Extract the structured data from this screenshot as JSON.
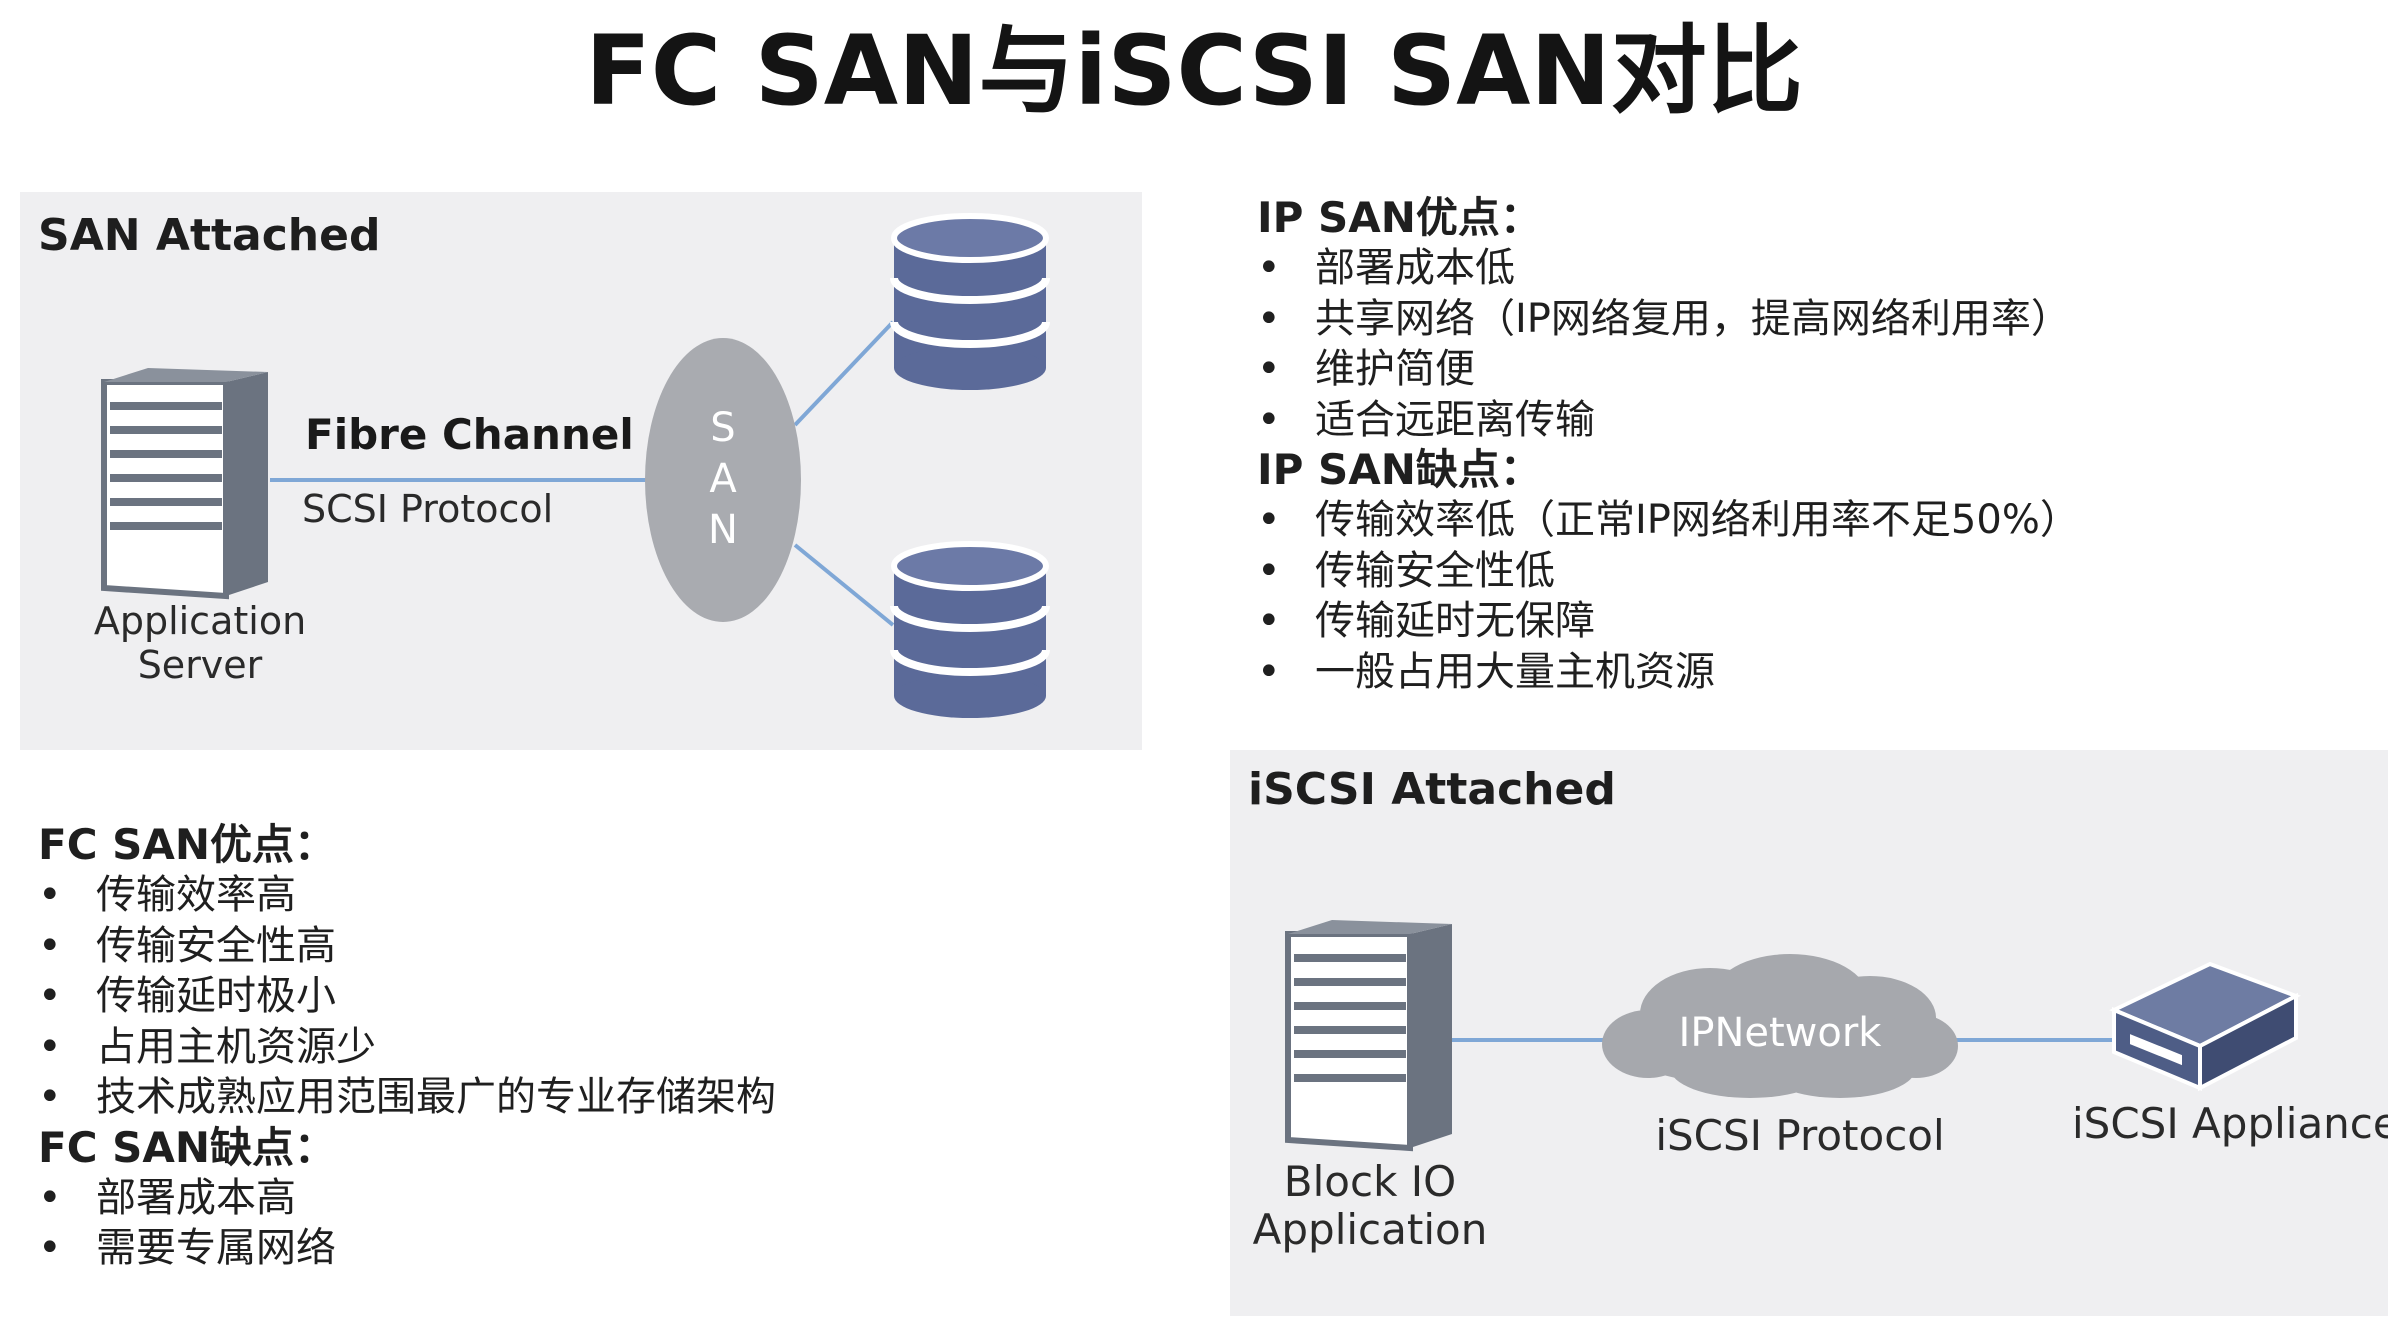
{
  "title": "FC SAN与iSCSI SAN对比",
  "san_attached": {
    "title": "SAN Attached",
    "channel_label": "Fibre Channel",
    "protocol_label": "SCSI Protocol",
    "server_label_line1": "Application",
    "server_label_line2": "Server",
    "san_letters": [
      "S",
      "A",
      "N"
    ]
  },
  "iscsi_attached": {
    "title": "iSCSI Attached",
    "network_label": "IPNetwork",
    "protocol_label": "iSCSI Protocol",
    "appliance_label": "iSCSI Appliance",
    "server_label_line1": "Block IO",
    "server_label_line2": "Application"
  },
  "ip_san": {
    "pros_title": "IP SAN优点：",
    "pros": [
      "部署成本低",
      "共享网络（IP网络复用，提高网络利用率）",
      "维护简便",
      "适合远距离传输"
    ],
    "cons_title": "IP SAN缺点：",
    "cons": [
      "传输效率低（正常IP网络利用率不足50%）",
      "传输安全性低",
      "传输延时无保障",
      "一般占用大量主机资源"
    ]
  },
  "fc_san": {
    "pros_title": "FC SAN优点：",
    "pros": [
      "传输效率高",
      "传输安全性高",
      "传输延时极小",
      "占用主机资源少",
      "技术成熟应用范围最广的专业存储架构"
    ],
    "cons_title": "FC SAN缺点：",
    "cons": [
      "部署成本高",
      "需要专属网络"
    ]
  },
  "bullet": "•",
  "colors": {
    "panel": "#efeff1",
    "server": "#6b7380",
    "disk": "#5b6a99",
    "san_oval": "#a9abb0",
    "cloud": "#a6a8ad",
    "link": "#7fa7d6",
    "appliance": "#4e5d86"
  }
}
